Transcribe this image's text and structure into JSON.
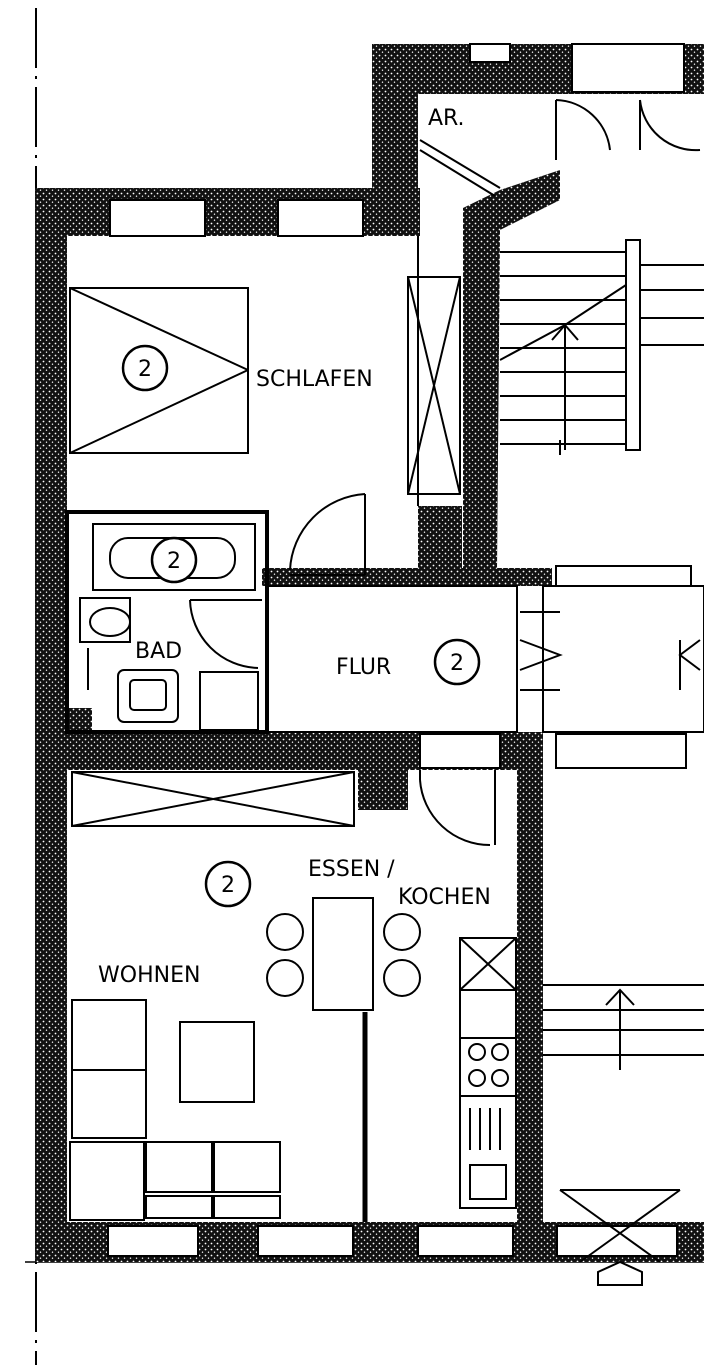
{
  "rooms": {
    "ar": "AR.",
    "schlafen": "SCHLAFEN",
    "bad": "BAD",
    "flur": "FLUR",
    "essen_line1": "ESSEN /",
    "essen_line2": "KOCHEN",
    "wohnen": "WOHNEN"
  },
  "markers": {
    "schlafen": "2",
    "bad": "2",
    "flur": "2",
    "wohnen": "2"
  }
}
